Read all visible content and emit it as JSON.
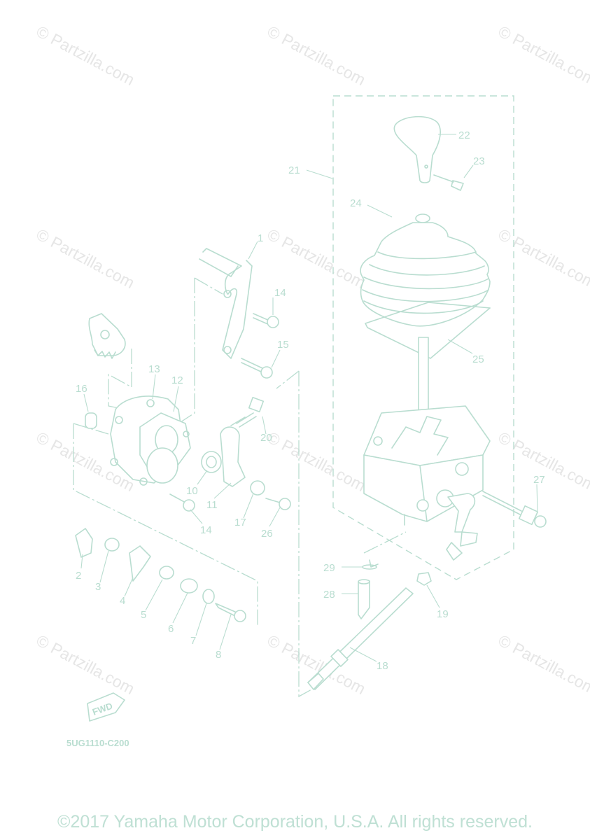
{
  "watermark": "© Partzilla.com",
  "diagram_code": "5UG1110-C200",
  "fwd_label": "FWD",
  "copyright": "©2017 Yamaha Motor Corporation, U.S.A. All rights reserved.",
  "callouts": [
    "1",
    "2",
    "3",
    "4",
    "5",
    "6",
    "7",
    "8",
    "10",
    "11",
    "12",
    "13",
    "14",
    "14",
    "15",
    "16",
    "17",
    "18",
    "19",
    "20",
    "21",
    "22",
    "23",
    "24",
    "25",
    "26",
    "27",
    "28",
    "29"
  ],
  "colors": {
    "line": "#b9ddd0",
    "watermark": "#e6e6e6"
  }
}
